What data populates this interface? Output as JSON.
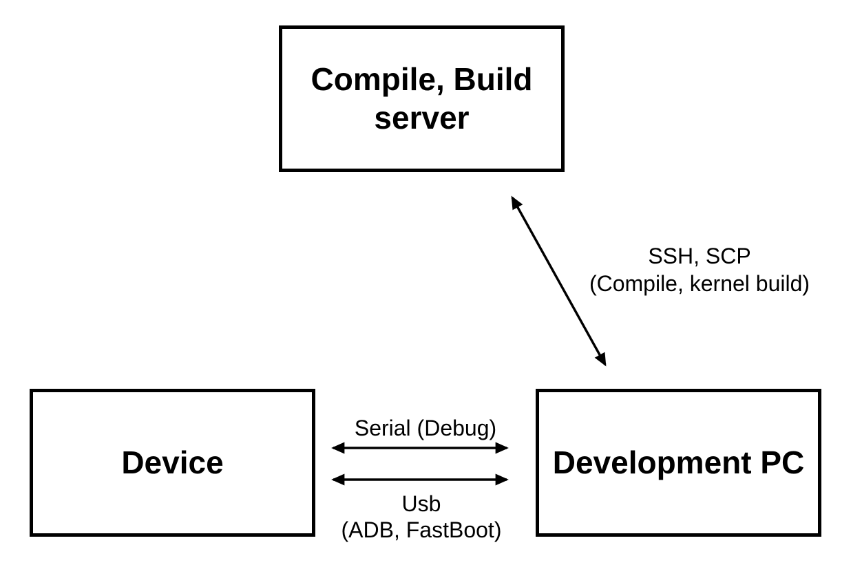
{
  "canvas": {
    "background": "#ffffff",
    "line_color": "#000000",
    "text_color": "#000000"
  },
  "nodes": {
    "server": {
      "label": "Compile, Build server"
    },
    "device": {
      "label": "Device"
    },
    "devpc": {
      "label": "Development PC"
    }
  },
  "edges": {
    "ssh": {
      "line1": "SSH, SCP",
      "line2": "(Compile, kernel build)"
    },
    "serial": {
      "line1": "Serial (Debug)"
    },
    "usb": {
      "line1": "Usb",
      "line2": "(ADB, FastBoot)"
    }
  }
}
